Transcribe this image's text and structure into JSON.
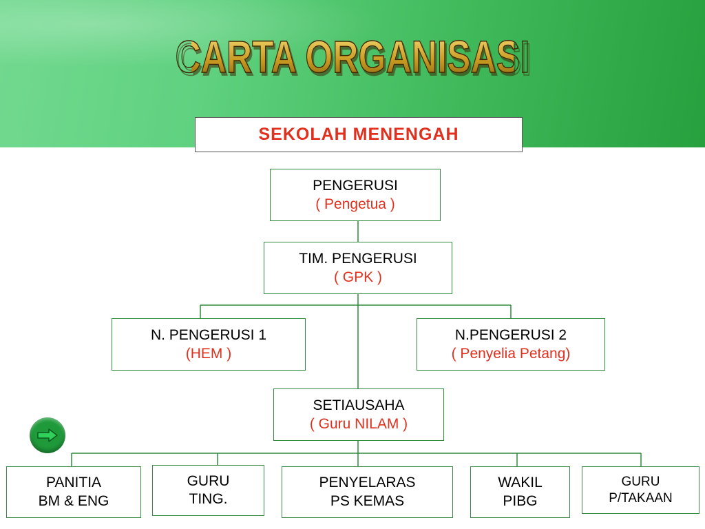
{
  "title": "CARTA ORGANISASI",
  "subtitle": "SEKOLAH MENENGAH",
  "nodes": {
    "pengerusi": {
      "role": "PENGERUSI",
      "holder": "( Pengetua )"
    },
    "tim_pengerusi": {
      "role": "TIM. PENGERUSI",
      "holder": "( GPK  )"
    },
    "n_pengerusi_1": {
      "role": "N. PENGERUSI 1",
      "holder": "(HEM )"
    },
    "n_pengerusi_2": {
      "role": "N.PENGERUSI 2",
      "holder": "( Penyelia Petang)"
    },
    "setiausaha": {
      "role": "SETIAUSAHA",
      "holder": "( Guru NILAM )"
    }
  },
  "bottom_nodes": [
    {
      "label": "PANITIA\nBM & ENG"
    },
    {
      "label": "GURU\nTING."
    },
    {
      "label": "PENYELARAS\nPS KEMAS"
    },
    {
      "label": "WAKIL\nPIBG"
    },
    {
      "label": "GURU\nP/TAKAAN"
    }
  ],
  "colors": {
    "header_green": "#3fb95a",
    "connector": "#2e8b3a",
    "accent_red": "#e0301e",
    "title_gold": "#d8b64a"
  },
  "icons": {
    "nav_button": "arrow-right-icon"
  }
}
